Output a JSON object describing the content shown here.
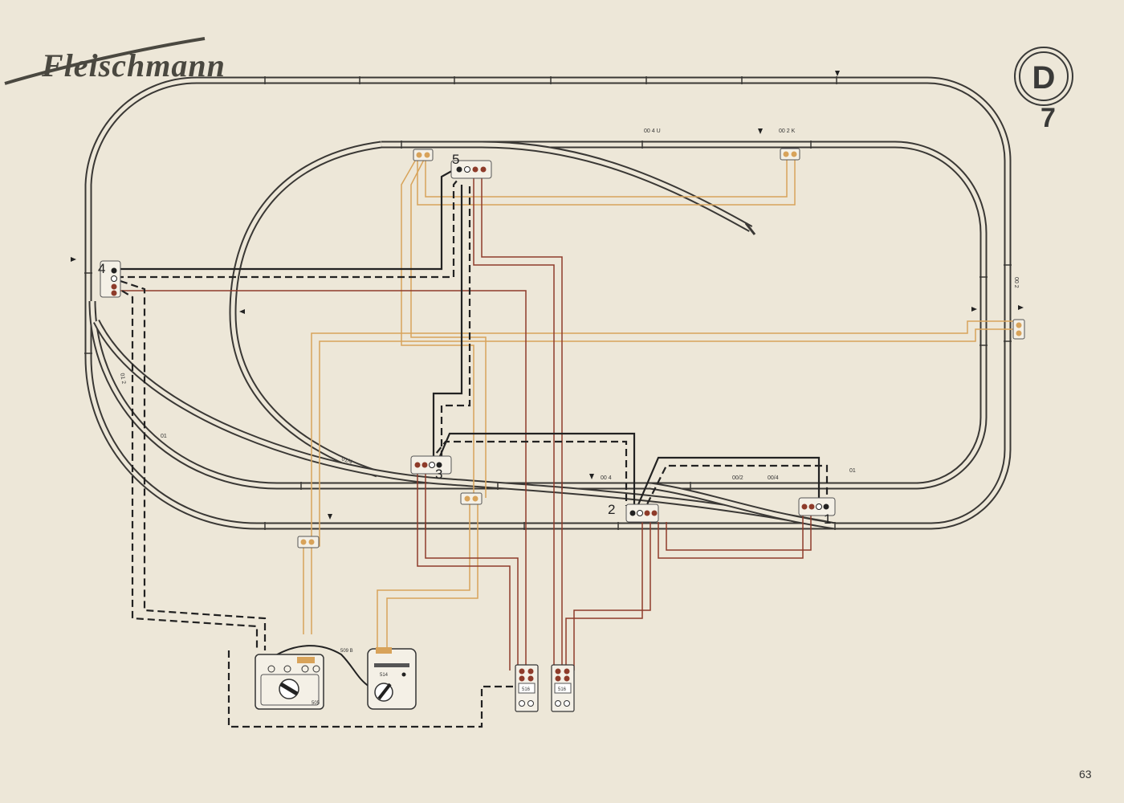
{
  "logo": {
    "text": "Fleischmann"
  },
  "plan": {
    "letter": "D",
    "number": "7"
  },
  "page_number": "63",
  "track_labels": [
    "00 4 U",
    "00 2 K",
    "00 2",
    "01 2",
    "01",
    "01/4",
    "00 4",
    "00/2",
    "00/4",
    "01"
  ],
  "connection_points": [
    "1",
    "2",
    "3",
    "4",
    "5"
  ],
  "devices": {
    "transformer": "505",
    "transformer_cable": "509 B",
    "controller": "514",
    "switch_panel_1": "516",
    "switch_panel_2": "516"
  },
  "colors": {
    "background": "#ede7d8",
    "track": "#3a3835",
    "wire_black": "#222222",
    "wire_orange": "#d8a35a",
    "wire_red": "#8e3b2a"
  }
}
